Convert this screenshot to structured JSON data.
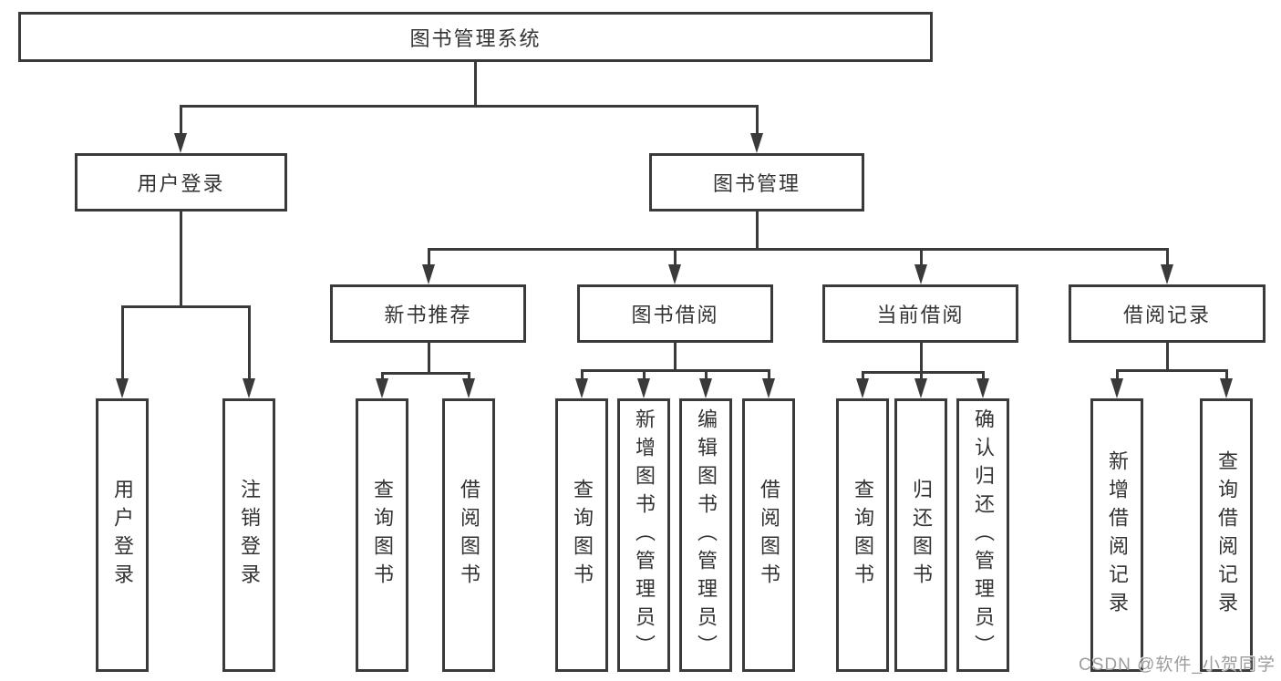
{
  "nodes": {
    "root": "图书管理系统",
    "user_login": "用户登录",
    "book_mgmt": "图书管理",
    "new_book_rec": "新书推荐",
    "book_borrow": "图书借阅",
    "current_borrow": "当前借阅",
    "borrow_records": "借阅记录",
    "leaf_user_login": "用户登录",
    "leaf_logout": "注销登录",
    "leaf_query_book_1": "查询图书",
    "leaf_borrow_book_1": "借阅图书",
    "leaf_query_book_2": "查询图书",
    "leaf_add_book": "新增图书（管理员）",
    "leaf_edit_book": "编辑图书（管理员）",
    "leaf_borrow_book_2": "借阅图书",
    "leaf_query_book_3": "查询图书",
    "leaf_return_book": "归还图书",
    "leaf_confirm_return": "确认归还（管理员）",
    "leaf_add_record": "新增借阅记录",
    "leaf_query_record": "查询借阅记录"
  },
  "watermark": "CSDN @软件_小贺同学",
  "colors": {
    "line": "#3a3a3a",
    "text": "#333333",
    "watermark": "#9c9c9c",
    "background": "#ffffff"
  }
}
